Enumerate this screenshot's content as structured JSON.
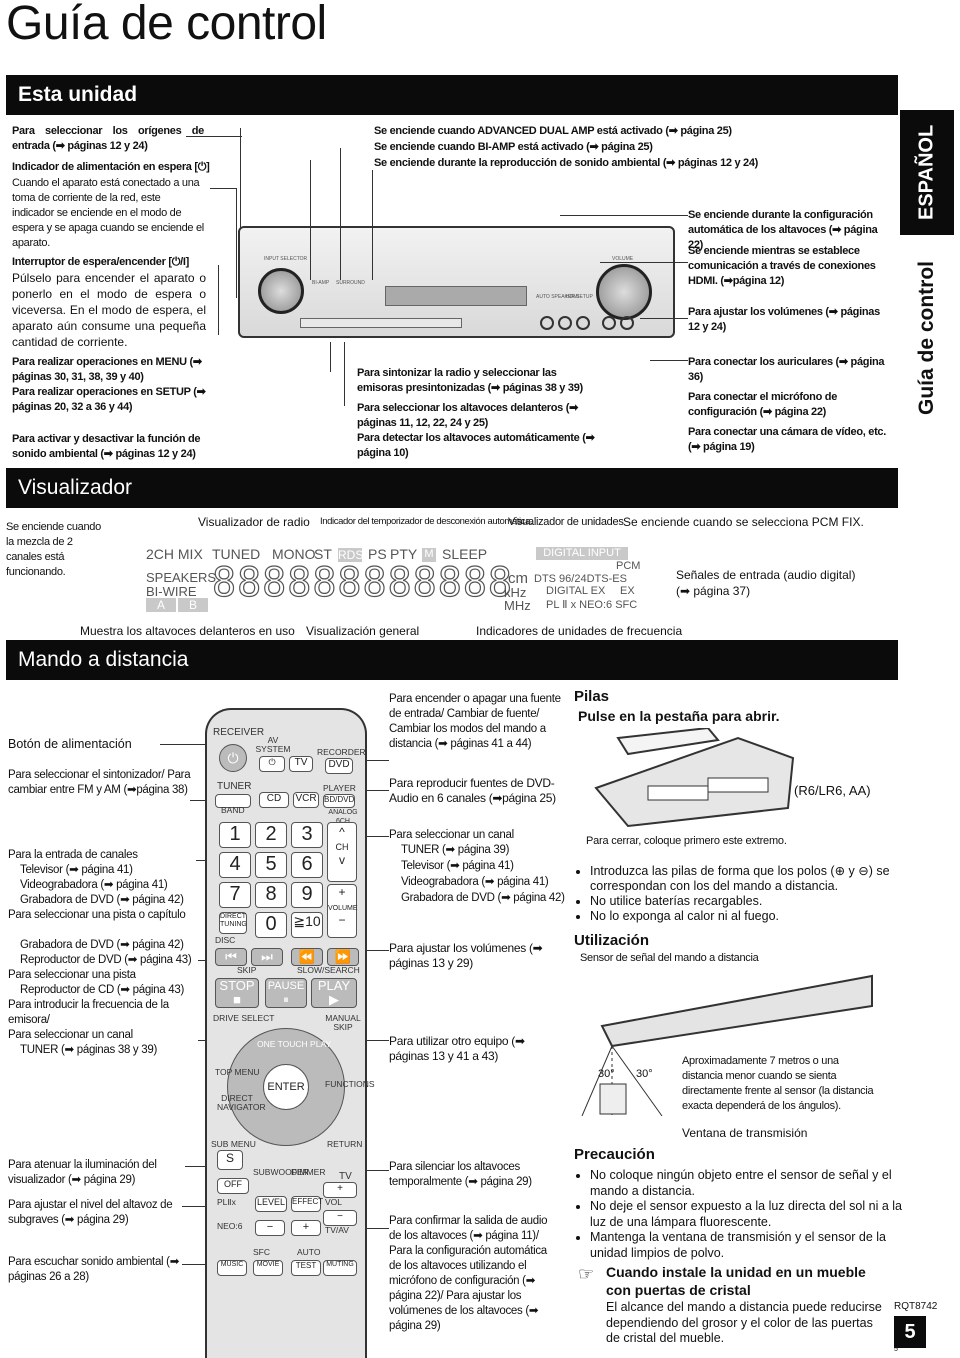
{
  "title": "Guía de control",
  "sections": {
    "unit": "Esta unidad",
    "display": "Visualizador",
    "remote": "Mando a distancia"
  },
  "side": {
    "language": "ESPAÑOL",
    "section": "Guía de control"
  },
  "unit_left": {
    "sources": "Para seleccionar los orígenes de entrada (➡ páginas 12 y 24)",
    "standby_ind_title": "Indicador de alimentación en espera [⏻]",
    "standby_ind_text": "Cuando el aparato está conectado a una toma de corriente de la red, este indicador se enciende en el modo de espera y se apaga cuando se enciende el aparato.",
    "power_switch_title": "Interruptor de espera/encender [⏻/I]",
    "power_switch_text": "Púlselo para encender el aparato o ponerlo en el modo de espera o viceversa. En el modo de espera, el aparato aún consume una pequeña cantidad de corriente.",
    "menu": "Para realizar operaciones en MENU (➡ páginas 30, 31, 38, 39 y 40)",
    "setup": "Para realizar operaciones en SETUP (➡ páginas 20, 32 a 36 y 44)",
    "surround": "Para activar y desactivar la función de sonido ambiental (➡ páginas 12 y 24)"
  },
  "unit_top": [
    "Se enciende cuando ADVANCED DUAL AMP está activado (➡ página 25)",
    "Se enciende cuando BI-AMP está activado (➡ página 25)",
    "Se enciende durante la reproducción de sonido ambiental (➡ páginas 12 y 24)"
  ],
  "unit_right": {
    "auto_setup": "Se enciende durante la configuración automática de los altavoces (➡ página 22)",
    "hdmi": "Se enciende mientras se establece comunicación a través de conexiones HDMI. (➡página 12)",
    "volume": "Para ajustar los volúmenes (➡ páginas 12 y 24)",
    "headphones": "Para conectar los auriculares (➡ página 36)",
    "mic": "Para conectar el micrófono de configuración (➡ página 22)",
    "camera": "Para conectar una cámara de vídeo, etc. (➡ página 19)"
  },
  "unit_bottom": {
    "radio": "Para sintonizar la radio y seleccionar las emisoras presintonizadas (➡ páginas 38 y 39)",
    "front_spk": "Para seleccionar los altavoces delanteros (➡ páginas 11, 12, 22, 24 y 25)",
    "detect_spk": "Para detectar los altavoces automáticamente (➡ página 10)"
  },
  "device_labels": {
    "input_selector": "INPUT SELECTOR",
    "volume": "VOLUME",
    "auto_spk": "AUTO SPEAKER SETUP",
    "hdmi": "HDMI",
    "sharp": "BI-AMP",
    "surround": "SURROUND"
  },
  "display": {
    "left_note": "Se enciende cuando la mezcla de 2 canales está funcionando.",
    "radio_lbl": "Visualizador de radio",
    "timer_lbl": "Indicador del temporizador de desconexión automática.",
    "units_lbl": "Visualizador de unidades",
    "pcm_fix": "Se enciende cuando se selecciona PCM FIX.",
    "signals": "Señales de entrada (audio digital) (➡ página 37)",
    "front_spk": "Muestra los altavoces delanteros en uso",
    "general": "Visualización general",
    "freq": "Indicadores de unidades de frecuencia",
    "lcd": {
      "mix": "2CH MIX",
      "speakers": "SPEAKERS",
      "biwire": "BI-WIRE",
      "a": "A",
      "b": "B",
      "tuned": "TUNED",
      "mono": "MONO",
      "st": "ST",
      "rds": "RDS",
      "ps": "PS",
      "pty": "PTY",
      "m": "M",
      "sleep": "SLEEP",
      "digital_input": "DIGITAL INPUT",
      "pcm": "PCM",
      "cm": "cm",
      "khz": "kHz",
      "mhz": "MHz",
      "dts": "DTS 96/24DTS-ES",
      "dolby_ex": "DIGITAL EX",
      "ex": "EX",
      "pl": "PL Ⅱ x NEO:6 SFC",
      "digits": "888888888888"
    }
  },
  "remote_left": {
    "power": "Botón de alimentación",
    "tuner": "Para seleccionar el sintonizador/ Para cambiar entre FM y AM (➡página 38)",
    "channels": "Para la entrada de canales",
    "ch_items": [
      "Televisor (➡ página 41)",
      "Videograbadora (➡ página 41)",
      "Grabadora de DVD (➡ página 42)"
    ],
    "track": "Para seleccionar una pista o capítulo",
    "track_items": [
      "Grabadora de DVD (➡ página 42)",
      "Reproductor de DVD (➡ página 43)"
    ],
    "cd_track": "Para seleccionar una pista",
    "cd_items": [
      "Reproductor de CD (➡ página 43)"
    ],
    "freq": "Para introducir la frecuencia de la emisora/",
    "channel": "Para seleccionar un canal",
    "channel_items": [
      "TUNER (➡ páginas 38 y 39)"
    ],
    "dimmer": "Para atenuar la iluminación del visualizador (➡ página 29)",
    "subwoofer": "Para ajustar el nivel del altavoz de subgraves (➡ página 29)",
    "ambient": "Para escuchar sonido ambiental (➡ páginas 26 a 28)"
  },
  "remote_right": {
    "source": "Para encender o apagar una fuente de entrada/ Cambiar de fuente/ Cambiar los modos del mando a distancia (➡ páginas 41 a 44)",
    "dvd_audio": "Para reproducir fuentes de DVD-Audio en 6 canales (➡página 25)",
    "select_ch": "Para seleccionar un canal",
    "select_items": [
      "TUNER (➡ página 39)",
      "Televisor (➡ página 41)",
      "Videograbadora (➡ página 41)",
      "Grabadora de DVD (➡ página 42)"
    ],
    "volumes": "Para ajustar los volúmenes (➡ páginas 13 y 29)",
    "other": "Para utilizar otro equipo (➡ páginas 13 y 41 a 43)",
    "mute": "Para silenciar los altavoces temporalmente (➡ página 29)",
    "confirm": "Para confirmar la salida de audio de los altavoces (➡ página 11)/ Para la configuración automática de los altavoces utilizando el micrófono de configuración (➡ página 22)/ Para ajustar los volúmenes de los altavoces (➡ página 29)"
  },
  "remote_keys": {
    "receiver": "RECEIVER",
    "av_system": "AV SYSTEM",
    "recorder": "RECORDER",
    "tv": "TV",
    "dvd": "DVD",
    "tuner": "TUNER",
    "band": "BAND",
    "player": "PLAYER",
    "cd": "CD",
    "vcr": "VCR",
    "bd_dvd": "BD/DVD",
    "analog": "ANALOG 6CH",
    "n1": "1",
    "n2": "2",
    "n3": "3",
    "n4": "4",
    "n5": "5",
    "n6": "6",
    "n7": "7",
    "n8": "8",
    "n9": "9",
    "n0": "0",
    "n10": "≧10",
    "ch": "CH",
    "volume": "VOLUME",
    "direct": "DIRECT TUNING",
    "disc": "DISC",
    "skip": "SKIP",
    "slow": "SLOW/SEARCH",
    "stop": "STOP",
    "pause": "PAUSE",
    "play": "PLAY",
    "drive": "DRIVE SELECT",
    "manual": "MANUAL SKIP",
    "one_touch": "ONE TOUCH PLAY",
    "top_menu": "TOP MENU",
    "direct_nav": "DIRECT NAVIGATOR",
    "functions": "FUNCTIONS",
    "enter": "ENTER",
    "sub_menu": "SUB MENU",
    "return": "RETURN",
    "s": "S",
    "subwoofer": "SUBWOOFER",
    "dimmer": "DIMMER",
    "off": "OFF",
    "plx": "PLⅡx",
    "level": "LEVEL",
    "effect": "EFFECT",
    "vol": "VOL",
    "neo": "NEO:6",
    "tv_av": "TV/AV",
    "sfc": "SFC",
    "auto": "AUTO",
    "music": "MUSIC",
    "movie": "MOVIE",
    "test": "TEST",
    "muting": "MUTING"
  },
  "batteries": {
    "title": "Pilas",
    "pull": "Pulse en la pestaña para abrir.",
    "type": "(R6/LR6, AA)",
    "close": "Para cerrar, coloque primero este extremo.",
    "bullets": [
      "Introduzca las pilas de forma que los polos (⊕ y ⊖) se correspondan con los del mando a distancia.",
      "No utilice baterías recargables.",
      "No lo exponga al calor ni al fuego."
    ]
  },
  "usage": {
    "title": "Utilización",
    "sensor": "Sensor de señal del mando a distancia",
    "distance": "Aproximadamente 7 metros o una distancia menor cuando se sienta directamente frente al sensor (la distancia exacta dependerá de los ángulos).",
    "angle_l": "30°",
    "angle_r": "30°",
    "window": "Ventana de transmisión"
  },
  "caution": {
    "title": "Precaución",
    "bullets": [
      "No coloque ningún objeto entre el sensor de señal y el mando a distancia.",
      "No deje el sensor expuesto a la luz directa del sol ni a la luz de una lámpara fluorescente.",
      "Mantenga la ventana de transmisión y el sensor de la unidad limpios de polvo."
    ],
    "cabinet_title": "Cuando instale la unidad en un mueble con puertas de cristal",
    "cabinet_text": "El alcance del mando a distancia puede reducirse dependiendo del grosor y el color de las puertas de cristal del mueble."
  },
  "footer": {
    "code": "RQT8742",
    "page": "5",
    "small": "5"
  }
}
